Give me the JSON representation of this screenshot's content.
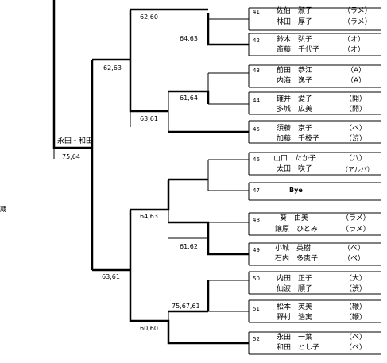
{
  "bracket": {
    "upper_left_names": "永田・和田",
    "upper_left_score": "75,64",
    "side_fragment": "蔵",
    "scores": {
      "s_top": "62,60",
      "s_6263": "62,63",
      "s_6463": "64,63",
      "s_6164": "61,64",
      "s_6361a": "63,61",
      "s_6463b": "64,63",
      "s_6162": "61,62",
      "s_6361b": "63,61",
      "s_756761": "75,67,61",
      "s_6060": "60,60"
    },
    "entries": [
      {
        "num": "41",
        "p1": "佐伯　淑子",
        "p1c": "（ラメ）",
        "p2": "林田　厚子",
        "p2c": "（ラメ）"
      },
      {
        "num": "42",
        "p1": "鈴木　弘子",
        "p1c": "（オ）",
        "p2": "斎藤　千代子",
        "p2c": "（オ）"
      },
      {
        "num": "43",
        "p1": "前田　恭江",
        "p1c": "（A）",
        "p2": "内海　逸子",
        "p2c": "（A）"
      },
      {
        "num": "44",
        "p1": "確井　愛子",
        "p1c": "（開）",
        "p2": "多城　広美",
        "p2c": "（開）"
      },
      {
        "num": "45",
        "p1": "須藤　京子",
        "p1c": "（ベ）",
        "p2": "加藤　千枝子",
        "p2c": "（渋）"
      },
      {
        "num": "46",
        "p1": "山口　たか子",
        "p1c": "（八）",
        "p2": "太田　咲子",
        "p2c": "（アルバ）"
      },
      {
        "num": "47",
        "bye": "Bye"
      },
      {
        "num": "48",
        "p1": "葵　由美",
        "p1c": "（ラメ）",
        "p2": "譲原　ひとみ",
        "p2c": "（ラメ）"
      },
      {
        "num": "49",
        "p1": "小城　英樹",
        "p1c": "（ベ）",
        "p2": "石内　多恵子",
        "p2c": "（ベ）"
      },
      {
        "num": "50",
        "p1": "内田　正子",
        "p1c": "（大）",
        "p2": "仙波　順子",
        "p2c": "（渋）"
      },
      {
        "num": "51",
        "p1": "松本　英美",
        "p1c": "（鞭）",
        "p2": "野村　浩実",
        "p2c": "（鞭）"
      },
      {
        "num": "52",
        "p1": "永田　一葉",
        "p1c": "（ベ）",
        "p2": "和田　とし子",
        "p2c": "（ベ）"
      }
    ]
  }
}
